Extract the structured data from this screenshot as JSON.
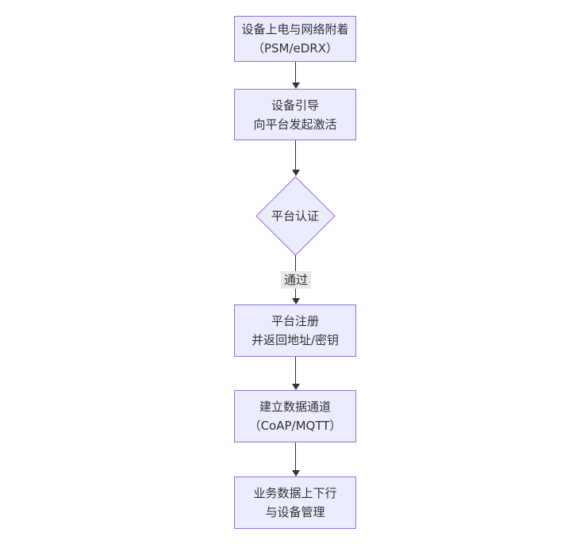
{
  "diagram": {
    "type": "flowchart",
    "direction": "top-down",
    "theme": {
      "canvas_bg": "#ffffff",
      "node_fill": "#ECECFF",
      "node_border": "#9370DB",
      "node_text": "#333333",
      "edge_color": "#333333",
      "edge_label_bg": "#e8e8e8",
      "edge_label_text": "#333333"
    },
    "nodes": [
      {
        "id": "attach",
        "shape": "rect",
        "lines": [
          "设备上电与网络附着",
          "（PSM/eDRX）"
        ]
      },
      {
        "id": "bootstrap",
        "shape": "rect",
        "lines": [
          "设备引导",
          "向平台发起激活"
        ]
      },
      {
        "id": "auth",
        "shape": "diamond",
        "lines": [
          "平台认证"
        ]
      },
      {
        "id": "register",
        "shape": "rect",
        "lines": [
          "平台注册",
          "并返回地址/密钥"
        ]
      },
      {
        "id": "channel",
        "shape": "rect",
        "lines": [
          "建立数据通道",
          "（CoAP/MQTT）"
        ]
      },
      {
        "id": "business",
        "shape": "rect",
        "lines": [
          "业务数据上下行",
          "与设备管理"
        ]
      }
    ],
    "edges": [
      {
        "from": "attach",
        "to": "bootstrap",
        "label": ""
      },
      {
        "from": "bootstrap",
        "to": "auth",
        "label": ""
      },
      {
        "from": "auth",
        "to": "register",
        "label": "通过"
      },
      {
        "from": "register",
        "to": "channel",
        "label": ""
      },
      {
        "from": "channel",
        "to": "business",
        "label": ""
      }
    ]
  }
}
